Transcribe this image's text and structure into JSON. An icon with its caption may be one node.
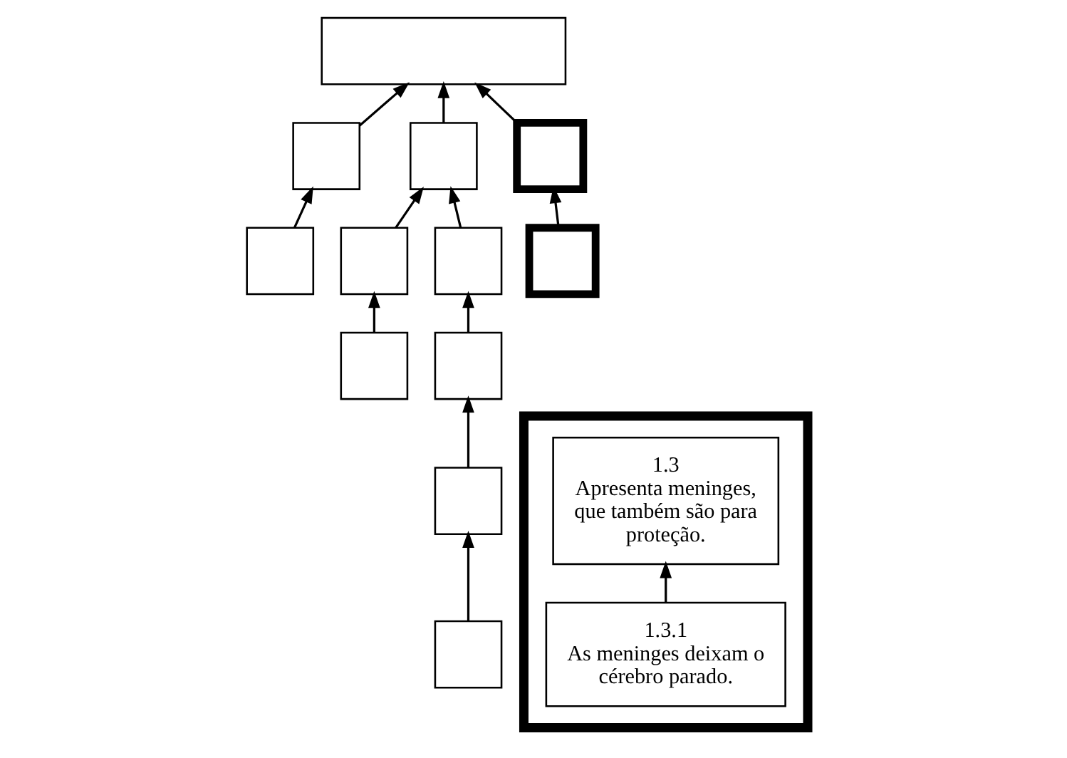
{
  "diagram": {
    "nodes": [
      {
        "text": [],
        "shape": "box"
      },
      {
        "text": [],
        "shape": "box"
      },
      {
        "text": [],
        "shape": "box"
      },
      {
        "text": [],
        "shape": "box"
      },
      {
        "text": [],
        "shape": "box"
      },
      {
        "text": [],
        "shape": "box"
      },
      {
        "text": [],
        "shape": "box"
      },
      {
        "text": [],
        "shape": "box"
      },
      {
        "text": [],
        "shape": "box"
      },
      {
        "text": [],
        "shape": "box"
      },
      {
        "text": [],
        "shape": "box"
      },
      {
        "text": [],
        "shape": "box"
      },
      {
        "text": [],
        "shape": "box"
      },
      {
        "text": [
          "1.3",
          "Apresenta meninges, que também são para proteção."
        ],
        "in": 12
      },
      {
        "text": [
          "1.3.1",
          "As meninges deixam o cérebro parado."
        ],
        "in": 12
      }
    ],
    "edges": [
      {
        "from": 1,
        "to": 0,
        "arrow": "to"
      },
      {
        "from": 2,
        "to": 0,
        "arrow": "to"
      },
      {
        "from": 3,
        "to": 0,
        "arrow": "to"
      },
      {
        "from": 4,
        "to": 1,
        "arrow": "to"
      },
      {
        "from": 5,
        "to": 2,
        "arrow": "to"
      },
      {
        "from": 6,
        "to": 2,
        "arrow": "to"
      },
      {
        "from": 7,
        "to": 3,
        "arrow": "to"
      },
      {
        "from": 8,
        "to": 5,
        "arrow": "to"
      },
      {
        "from": 9,
        "to": 6,
        "arrow": "to"
      },
      {
        "from": 10,
        "to": 9,
        "arrow": "to"
      },
      {
        "from": 11,
        "to": 10,
        "arrow": "to"
      },
      {
        "from": 14,
        "to": 13,
        "arrow": "to"
      }
    ]
  }
}
